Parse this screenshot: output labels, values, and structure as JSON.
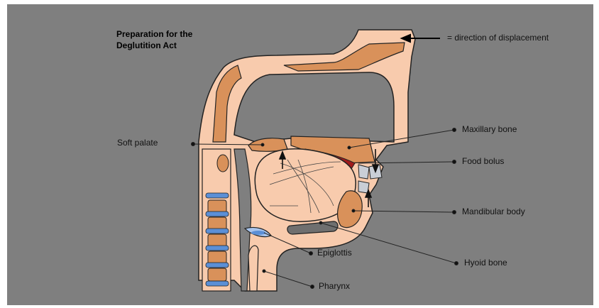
{
  "title_line1": "Preparation for the",
  "title_line2": "Deglutition Act",
  "legend": {
    "text": "= direction of displacement"
  },
  "labels": {
    "soft_palate": "Soft palate",
    "maxillary_bone": "Maxillary bone",
    "food_bolus": "Food bolus",
    "mandibular_body": "Mandibular body",
    "hyoid_bone": "Hyoid bone",
    "epiglottis": "Epiglottis",
    "pharynx": "Pharynx"
  },
  "colors": {
    "background": "#7f7f7f",
    "tissue": "#f8cbad",
    "bone": "#d9915a",
    "vertebral_disc": "#5b8fd6",
    "bolus": "#a01c1c",
    "teeth": "#c9ced6",
    "outline": "#222222"
  }
}
